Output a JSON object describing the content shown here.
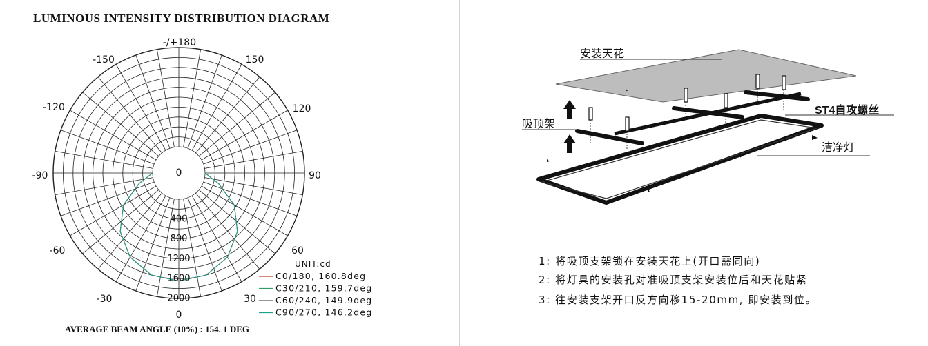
{
  "polar": {
    "title": "LUMINOUS INTENSITY DISTRIBUTION DIAGRAM",
    "angle_labels": [
      "-/+180",
      "-150",
      "150",
      "-120",
      "120",
      "-90",
      "90",
      "-60",
      "60",
      "-30",
      "30",
      "0"
    ],
    "center_label": "0",
    "intensity_labels": [
      "400",
      "800",
      "1200",
      "1600",
      "2000"
    ],
    "unit": "UNIT:cd",
    "legend": [
      {
        "label": "C0/180, 160.8deg",
        "color": "#c0392b"
      },
      {
        "label": "C30/210, 159.7deg",
        "color": "#2e9e63"
      },
      {
        "label": "C60/240, 149.9deg",
        "color": "#555555"
      },
      {
        "label": "C90/270, 146.2deg",
        "color": "#1f9e8a"
      }
    ],
    "beam_angle_text": "AVERAGE  BEAM  ANGLE (10%) : 154. 1    DEG"
  },
  "installation": {
    "labels": {
      "ceiling": "安装天花",
      "bracket": "吸顶架",
      "screw": "ST4自攻螺丝",
      "lamp": "洁净灯"
    },
    "steps": [
      "1: 将吸顶支架锁在安装天花上(开口需同向)",
      "2: 将灯具的安装孔对准吸顶支架安装位后和天花贴紧",
      "3: 往安装支架开口反方向移15-20mm, 即安装到位。"
    ]
  },
  "chart_data": {
    "type": "polar",
    "title": "LUMINOUS INTENSITY DISTRIBUTION DIAGRAM",
    "unit": "cd",
    "angle_ticks_deg": [
      -180,
      -150,
      -120,
      -90,
      -60,
      -30,
      0,
      30,
      60,
      90,
      120,
      150,
      180
    ],
    "radial_ticks": [
      0,
      400,
      800,
      1200,
      1600,
      2000
    ],
    "rlim": [
      0,
      2000
    ],
    "series": [
      {
        "name": "C0/180, 160.8deg",
        "color": "#c0392b",
        "angles_deg": [
          -90,
          -75,
          -60,
          -45,
          -30,
          -15,
          0,
          15,
          30,
          45,
          60,
          75,
          90
        ],
        "values": [
          0,
          300,
          760,
          1140,
          1430,
          1600,
          1650,
          1600,
          1430,
          1140,
          760,
          300,
          0
        ]
      },
      {
        "name": "C30/210, 159.7deg",
        "color": "#2e9e63",
        "angles_deg": [
          -90,
          -75,
          -60,
          -45,
          -30,
          -15,
          0,
          15,
          30,
          45,
          60,
          75,
          90
        ],
        "values": [
          0,
          300,
          760,
          1140,
          1430,
          1600,
          1650,
          1600,
          1430,
          1140,
          760,
          300,
          0
        ]
      },
      {
        "name": "C60/240, 149.9deg",
        "color": "#555555",
        "angles_deg": [
          -90,
          -75,
          -60,
          -45,
          -30,
          -15,
          0,
          15,
          30,
          45,
          60,
          75,
          90
        ],
        "values": [
          0,
          300,
          760,
          1140,
          1430,
          1600,
          1650,
          1600,
          1430,
          1140,
          760,
          300,
          0
        ]
      },
      {
        "name": "C90/270, 146.2deg",
        "color": "#1f9e8a",
        "angles_deg": [
          -90,
          -75,
          -60,
          -45,
          -30,
          -15,
          0,
          15,
          30,
          45,
          60,
          75,
          90
        ],
        "values": [
          0,
          300,
          760,
          1140,
          1430,
          1600,
          1650,
          1600,
          1430,
          1140,
          760,
          300,
          0
        ]
      }
    ],
    "average_beam_angle_deg": 154.1
  }
}
